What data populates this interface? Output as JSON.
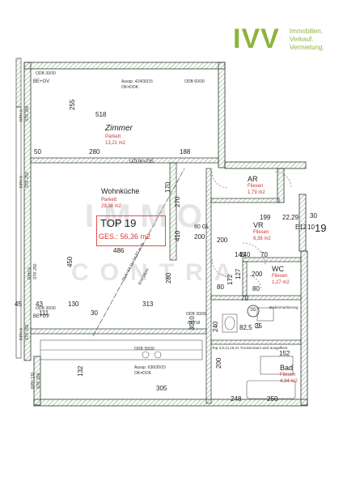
{
  "logo": {
    "mark": "IVV",
    "lines": [
      "Immobilien.",
      "Verkauf.",
      "Vermietung."
    ],
    "color": "#8cb43c"
  },
  "watermark": {
    "line1": "IMMO",
    "line2": "CONTRA"
  },
  "unit": {
    "title": "TOP 19",
    "area": "GES.: 56,36 m2",
    "side_label": "19"
  },
  "rooms": {
    "zimmer": {
      "name": "Zimmer",
      "floor": "Parkett",
      "area": "13,21 m2"
    },
    "wohnkueche": {
      "name": "Wohnküche",
      "floor": "Parkett",
      "area": "29,38 m2"
    },
    "ar": {
      "name": "AR",
      "floor": "Fliesen",
      "area": "1,79 m2"
    },
    "vr": {
      "name": "VR",
      "floor": "Fliesen",
      "area": "6,38 m2"
    },
    "wc": {
      "name": "WC",
      "floor": "Fliesen",
      "area": "1,27 m2"
    },
    "bad": {
      "name": "Bad",
      "floor": "Fliesen",
      "area": "4,34 m2"
    }
  },
  "annotations": {
    "odb_1": "ODB 30/30",
    "be_gv_1": "BE+GV",
    "ausspar_1": "Aussp. 424/30/15",
    "ok_dok_1": "OK=DOK",
    "odb_2": "ODB 60/30",
    "uzuk": "UZUK=235",
    "rph_1": "RPH 0",
    "stk_1": "STK 250",
    "rph_2": "RPH 0",
    "stk_2": "STK 250",
    "rph_3": "RPH 0",
    "stk_3": "STK 250",
    "rph_4": "RPH 0",
    "stk_4": "STK 250",
    "rph_5": "RPH 130",
    "stk_5": "STK 250",
    "odb_3": "ODB 30/30",
    "be_gv_2": "BE+GV",
    "odb_4": "ODB 30/30",
    "nk": "NK#18",
    "odb_5": "ODB 30/30",
    "ausspar_2": "Aussp. 636/30/15",
    "ok_dok_2": "OK=DOK",
    "dlk": "DLK=14,11=14,97 m, N",
    "eh": "EH=18cm",
    "bodenmarkierung": "Bodenmarkierung",
    "top_note": "Top 4,9,14,19,21 Trockenraum wird ausgefliest",
    "gl": "80 GL",
    "s5": "S5"
  },
  "dimensions": [
    "255",
    "518",
    "50",
    "280",
    "188",
    "486",
    "170",
    "410",
    "270",
    "450",
    "280",
    "43",
    "130",
    "313",
    "45",
    "111",
    "30",
    "305",
    "132",
    "80",
    "200",
    "240",
    "145",
    "22,29",
    "10",
    "E12",
    "30",
    "199",
    "200",
    "140",
    "70",
    "80",
    "172",
    "152",
    "200",
    "127",
    "35",
    "82,5",
    "3010",
    "70",
    "200",
    "248",
    "250"
  ]
}
